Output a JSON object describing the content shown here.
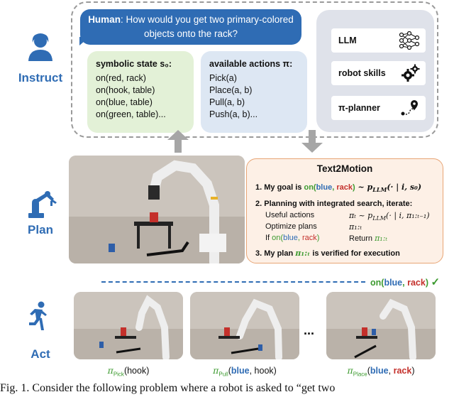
{
  "instruct": {
    "label": "Instruct",
    "human_prefix": "Human",
    "human_text": ": How would you get two primary-colored objects onto the rack?",
    "symbolic_state": {
      "title": "symbolic state s₀:",
      "items": [
        "on(red, rack)",
        "on(hook, table)",
        "on(blue, table)",
        "on(green, table)..."
      ]
    },
    "available_actions": {
      "title": "available actions π:",
      "items": [
        "Pick(a)",
        "Place(a, b)",
        "Pull(a, b)",
        "Push(a, b)..."
      ]
    },
    "tools": [
      {
        "label": "LLM",
        "icon": "neural-network-icon"
      },
      {
        "label": "robot skills",
        "icon": "gears-icon"
      },
      {
        "label": "π-planner",
        "icon": "route-pin-icon"
      }
    ]
  },
  "plan": {
    "label": "Plan",
    "title": "Text2Motion",
    "lines": {
      "goal_prefix": "1. My goal is ",
      "goal_on": "on(",
      "goal_blue": "blue",
      "goal_comma": ", ",
      "goal_rack": "rack",
      "goal_close": ")",
      "goal_dist": " ~ p",
      "goal_dist_sub": "LLM",
      "goal_dist_args": "(· | i, s₀)",
      "search_header": "2. Planning with integrated search, iterate:",
      "useful_actions": "Useful actions",
      "useful_formula": "πₜ ~ p",
      "useful_formula_sub": "LLM",
      "useful_formula_args": "(· | i, π₁:ₜ₋₁)",
      "optimize_plans": "Optimize plans",
      "optimize_formula": "π₁:ₜ",
      "if_prefix": "If ",
      "if_on": "on(",
      "if_blue": "blue",
      "if_comma": ", ",
      "if_rack": "rack",
      "if_close": ")",
      "return_label": "Return ",
      "return_formula": "π₁:ₜ",
      "plan_prefix": "3. My plan ",
      "plan_formula": "π₁:ₜ",
      "plan_suffix": " is verified for execution"
    }
  },
  "act": {
    "label": "Act",
    "result_on": "on(",
    "result_blue": "blue",
    "result_comma": ", ",
    "result_rack": "rack",
    "result_close": ")",
    "check": "✓",
    "ellipsis": "...",
    "frames": [
      {
        "skill": "Pick",
        "args_plain": "hook",
        "parts": [
          {
            "t": "(",
            "c": "plain"
          },
          {
            "t": "hook",
            "c": "plain"
          },
          {
            "t": ")",
            "c": "plain"
          }
        ]
      },
      {
        "skill": "Pull",
        "parts": [
          {
            "t": "(",
            "c": "plain"
          },
          {
            "t": "blue",
            "c": "blue"
          },
          {
            "t": ", hook)",
            "c": "plain"
          }
        ]
      },
      {
        "skill": "Place",
        "parts": [
          {
            "t": "(",
            "c": "plain"
          },
          {
            "t": "blue",
            "c": "blue"
          },
          {
            "t": ", ",
            "c": "plain"
          },
          {
            "t": "rack",
            "c": "red"
          },
          {
            "t": ")",
            "c": "plain"
          }
        ]
      }
    ]
  },
  "caption": "Fig. 1.   Consider the following problem where a robot is asked to “get two"
}
